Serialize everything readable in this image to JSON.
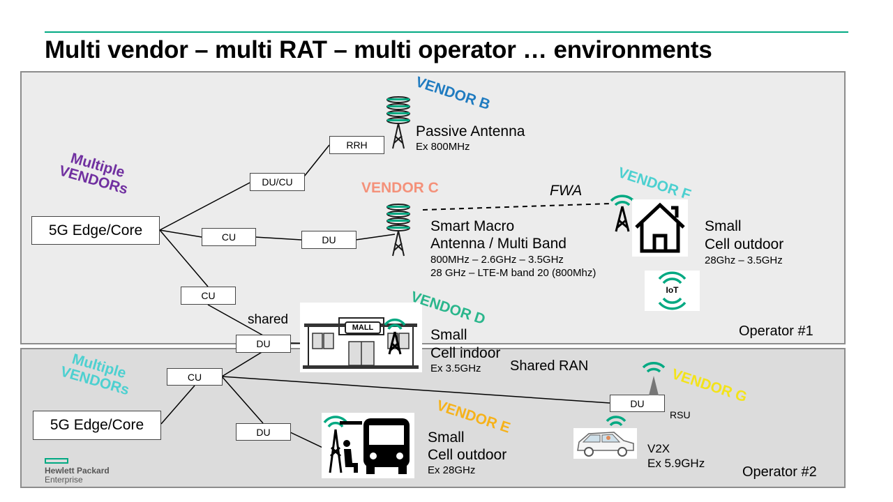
{
  "title": "Multi vendor – multi RAT – multi operator … environments",
  "colors": {
    "accent_green": "#01a982",
    "vendor_b": "#1f7bc0",
    "vendor_c": "#f4917a",
    "vendor_d": "#2ab68c",
    "vendor_e": "#f6b21a",
    "vendor_f": "#4dd0d0",
    "vendor_g": "#f3e31a",
    "multiple_vendors_1": "#7030a0",
    "multiple_vendors_2": "#4dd0d0"
  },
  "operator1": {
    "label": "Operator #1",
    "multiple_vendors": "Multiple VENDORs",
    "core": "5G Edge/Core",
    "nodes": {
      "rrh": "RRH",
      "du_cu": "DU/CU",
      "cu_mid": "CU",
      "du_mid": "DU",
      "cu_low": "CU",
      "du_shared": "DU"
    },
    "shared_label": "shared",
    "fwa": "FWA",
    "vendor_b": {
      "name": "VENDOR B",
      "line1": "Passive Antenna",
      "line2": "Ex 800MHz"
    },
    "vendor_c": {
      "name": "VENDOR C",
      "line1": "Smart Macro",
      "line2": "Antenna / Multi Band",
      "line3": "800MHz – 2.6GHz – 3.5GHz",
      "line4": "28 GHz – LTE-M band 20 (800Mhz)"
    },
    "vendor_f": {
      "name": "VENDOR F",
      "line1": "Small",
      "line2": "Cell outdoor",
      "line3": "28Ghz – 3.5GHz"
    },
    "vendor_d": {
      "name": "VENDOR D",
      "line1": "Small",
      "line2": "Cell indoor",
      "line3": "Ex 3.5GHz",
      "mall_sign": "MALL"
    },
    "iot_label": "IoT"
  },
  "operator2": {
    "label": "Operator #2",
    "multiple_vendors": "Multiple VENDORs",
    "core": "5G Edge/Core",
    "nodes": {
      "cu": "CU",
      "du_low": "DU",
      "du_rsu": "DU"
    },
    "shared_ran": "Shared RAN",
    "rsu": "RSU",
    "vendor_e": {
      "name": "VENDOR E",
      "line1": "Small",
      "line2": "Cell outdoor",
      "line3": "Ex 28GHz"
    },
    "vendor_g": {
      "name": "VENDOR G"
    },
    "v2x": {
      "line1": "V2X",
      "line2": "Ex 5.9GHz"
    }
  },
  "logo": {
    "line1": "Hewlett Packard",
    "line2": "Enterprise"
  }
}
